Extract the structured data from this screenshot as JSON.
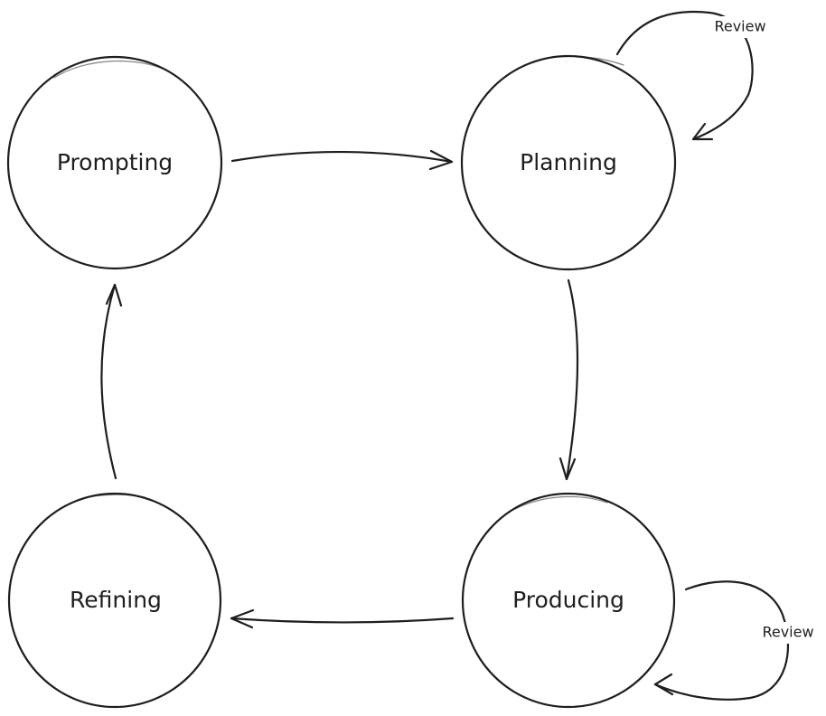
{
  "nodes": {
    "prompting": "Prompting",
    "planning": "Planning",
    "producing": "Producing",
    "refining": "Refining"
  },
  "edges": {
    "planning_loop": "Review",
    "producing_loop": "Review"
  },
  "colors": {
    "stroke": "#1e1e1e",
    "background": "#ffffff"
  }
}
